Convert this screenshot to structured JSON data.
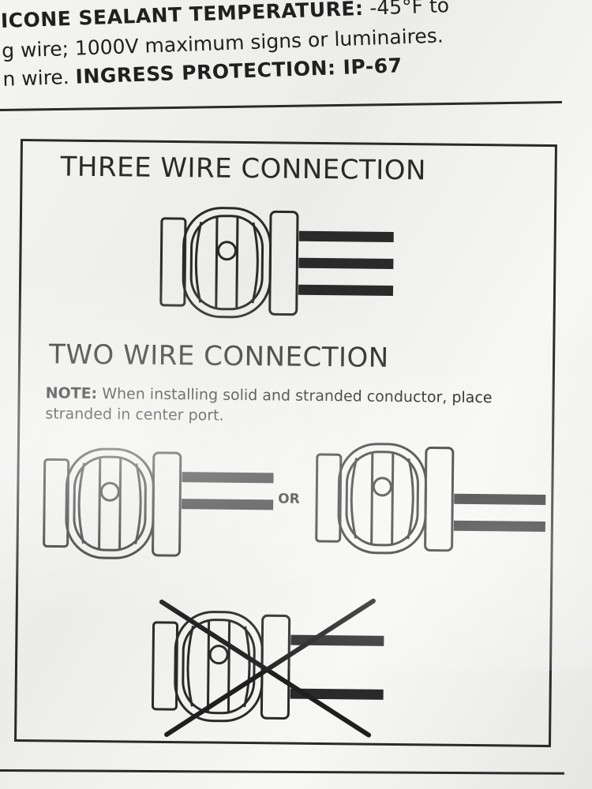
{
  "header": {
    "line1_bold": "ICONE SEALANT TEMPERATURE:",
    "line1_rest": " -45°F to",
    "line2": "g wire; 1000V maximum signs or luminaires.",
    "line3_rest": "n wire. ",
    "line3_bold": "INGRESS PROTECTION: IP-67"
  },
  "panel": {
    "three_title": "THREE WIRE CONNECTION",
    "two_title": "TWO WIRE CONNECTION",
    "note_label": "NOTE:",
    "note_text": " When installing solid and stranded conductor, place stranded in center port.",
    "or_label": "OR"
  },
  "colors": {
    "ink": "#2a2a2a",
    "paper": "#f2f2f0"
  }
}
